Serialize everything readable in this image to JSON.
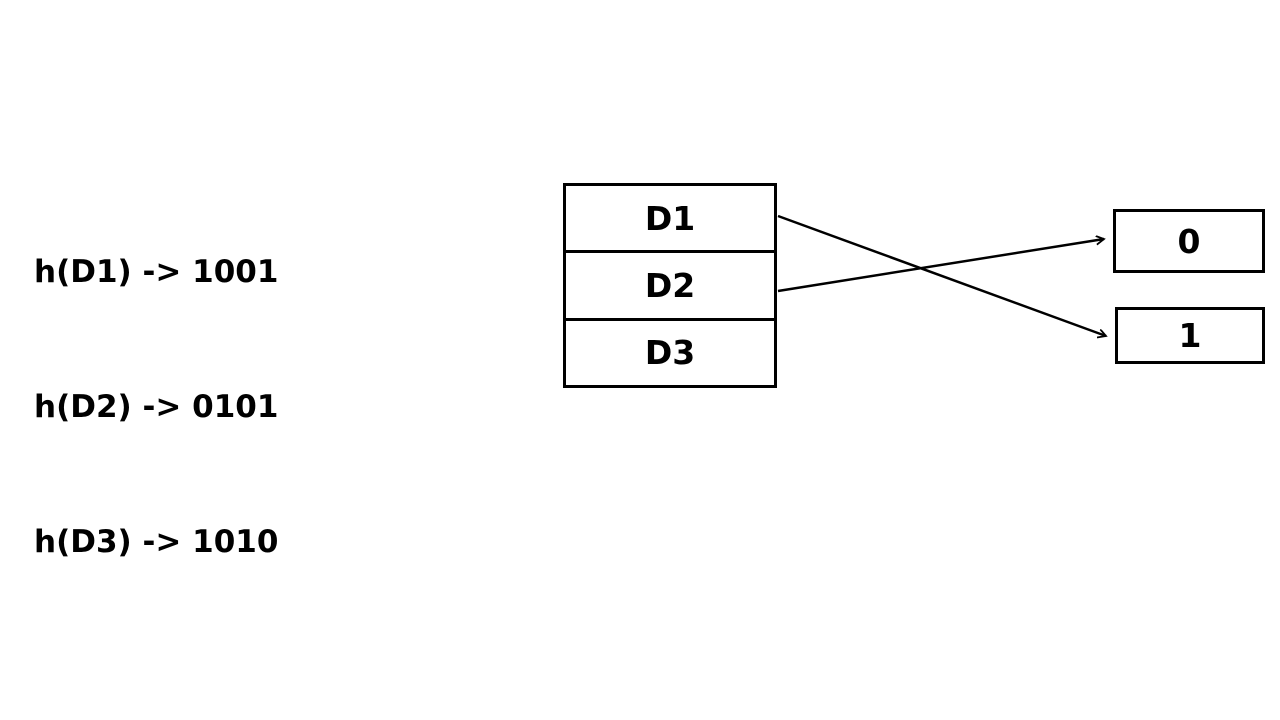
{
  "hash_list": {
    "lines": [
      "h(D1) -> 1001",
      "h(D2) -> 0101",
      "h(D3) -> 1010"
    ]
  },
  "directory": {
    "cells": [
      {
        "label": "D1"
      },
      {
        "label": "D2"
      },
      {
        "label": "D3"
      }
    ]
  },
  "buckets": [
    {
      "label": "0"
    },
    {
      "label": "1"
    }
  ],
  "arrows": [
    {
      "from": "D1",
      "to": "1"
    },
    {
      "from": "D2",
      "to": "0"
    }
  ],
  "colors": {
    "foreground": "#000000",
    "background": "#ffffff"
  }
}
